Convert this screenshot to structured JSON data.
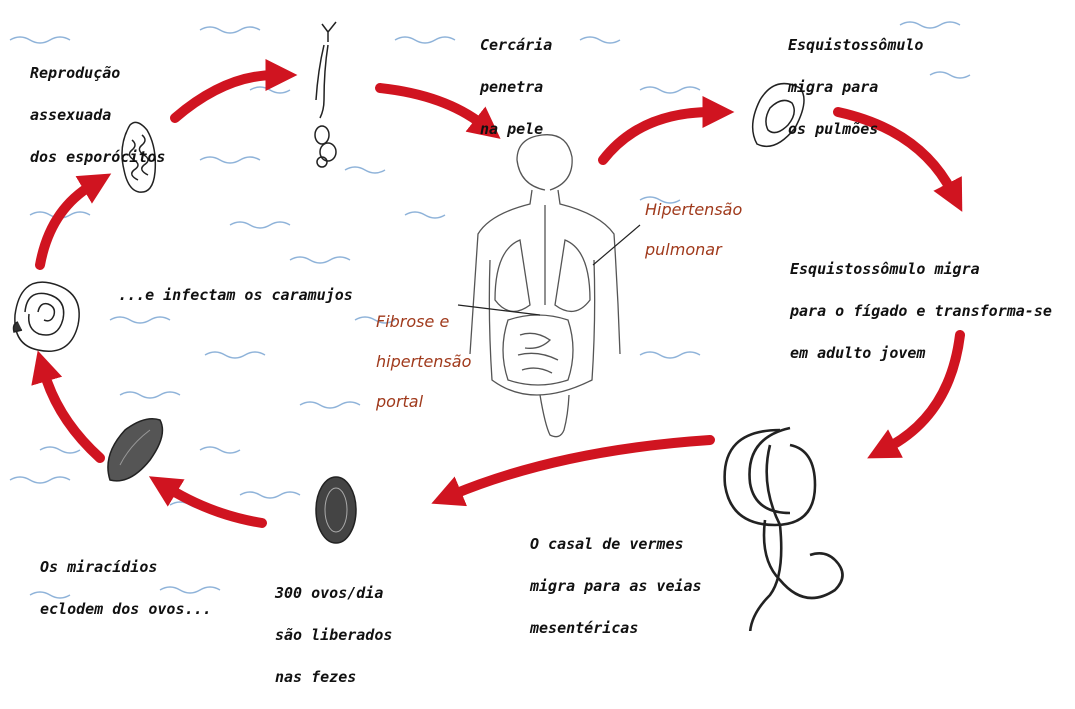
{
  "labels": {
    "reproducao": [
      "Reprodução",
      "assexuada",
      "dos esporócitos"
    ],
    "cercaria": [
      "Cercária",
      "penetra",
      "na pele"
    ],
    "esquisto_pulmoes": [
      "Esquistossômulo",
      "migra para",
      "os pulmões"
    ],
    "esquisto_figado": [
      "Esquistossômulo migra",
      "para o fígado e transforma-se",
      "em adulto jovem"
    ],
    "casal": [
      "O casal de vermes",
      "migra para as veias",
      "mesentéricas"
    ],
    "ovos": [
      "300 ovos/dia",
      "são liberados",
      "nas fezes"
    ],
    "miracidios": [
      "Os miracídios",
      "eclodem dos ovos..."
    ],
    "caramujos": "...e infectam os caramujos",
    "hipertensao_pulmonar": [
      "Hipertensão",
      "pulmonar"
    ],
    "fibrose": [
      "Fibrose e",
      "hipertensão",
      "portal"
    ]
  },
  "colors": {
    "arrow": "#d01420",
    "annotation": "#a03a1c",
    "water": "#8fb3d9",
    "ink": "#222222"
  }
}
